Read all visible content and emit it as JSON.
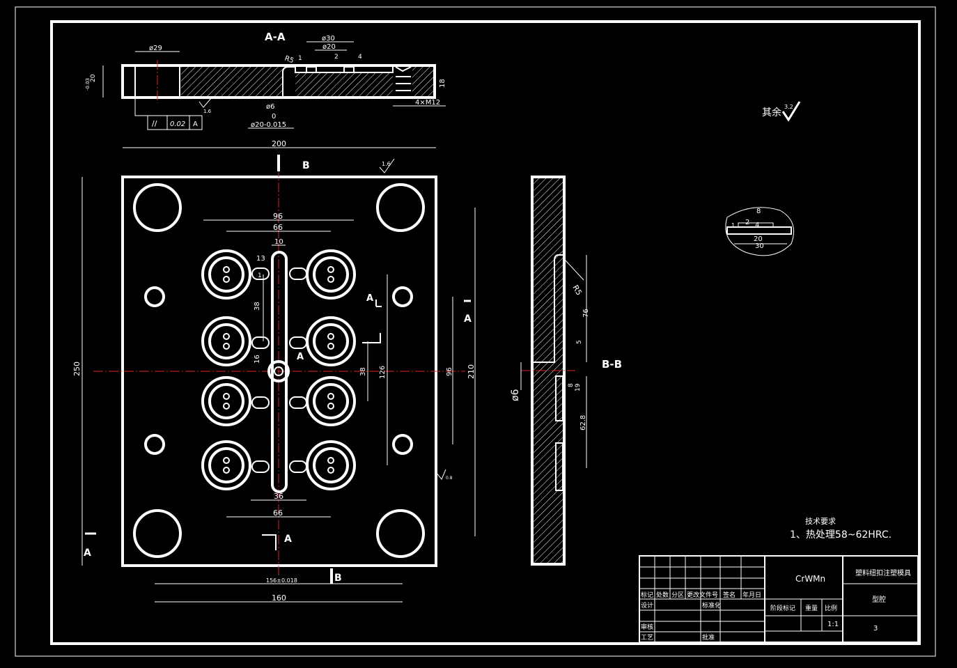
{
  "section_aa": {
    "title": "A-A",
    "dims": {
      "d29": "ø29",
      "d30": "ø30",
      "d20": "ø20",
      "d2": "2",
      "d4": "4",
      "d1": "1",
      "r5": "R5",
      "h20": "20",
      "h20tol": "-0.03",
      "h18": "18",
      "m12": "4×M12",
      "d6": "ø6",
      "tol0": "0",
      "d20tol": "ø20-0.015"
    },
    "gdt": {
      "symbol": "//",
      "value": "0.02",
      "datum": "A"
    },
    "rough": "1.6"
  },
  "plan": {
    "w200": "200",
    "h250": "250",
    "h210": "210",
    "w160": "160",
    "w156": "156±0.018",
    "d96top": "96",
    "d66top": "66",
    "d10": "10",
    "d13": "13",
    "d1": "1",
    "d38a": "38",
    "d16": "16",
    "d38b": "38",
    "d126": "126",
    "d96side": "96",
    "d36": "36",
    "d66bot": "66",
    "rough": "1.6",
    "rough2": "0.8",
    "labels": {
      "b": "B",
      "a": "A"
    }
  },
  "section_bb": {
    "title": "B-B",
    "r5": "R5",
    "d76": "76",
    "d5": "5",
    "d6": "ø6",
    "d8": "8",
    "d19": "19",
    "d628": "62.8"
  },
  "detail": {
    "d8": "8",
    "d2": "2",
    "d4": "4",
    "d20": "20",
    "d30": "30",
    "d1": "1"
  },
  "roughness_note": {
    "text": "其余",
    "value": "3.2"
  },
  "tech": {
    "heading": "技术要求",
    "item": "1、热处理58~62HRC."
  },
  "title_block": {
    "material": "CrWMn",
    "name": "塑料纽扣注塑模具",
    "part": "型腔",
    "number": "3",
    "scale": "1:1",
    "h1": "标记",
    "h2": "处数",
    "h3": "分区",
    "h4": "更改文件号",
    "h5": "签名",
    "h6": "年月日",
    "design": "设计",
    "std": "标准化",
    "stage": "阶段标记",
    "weight": "重量",
    "scale_h": "比例",
    "review": "审核",
    "process": "工艺",
    "approve": "批准"
  }
}
